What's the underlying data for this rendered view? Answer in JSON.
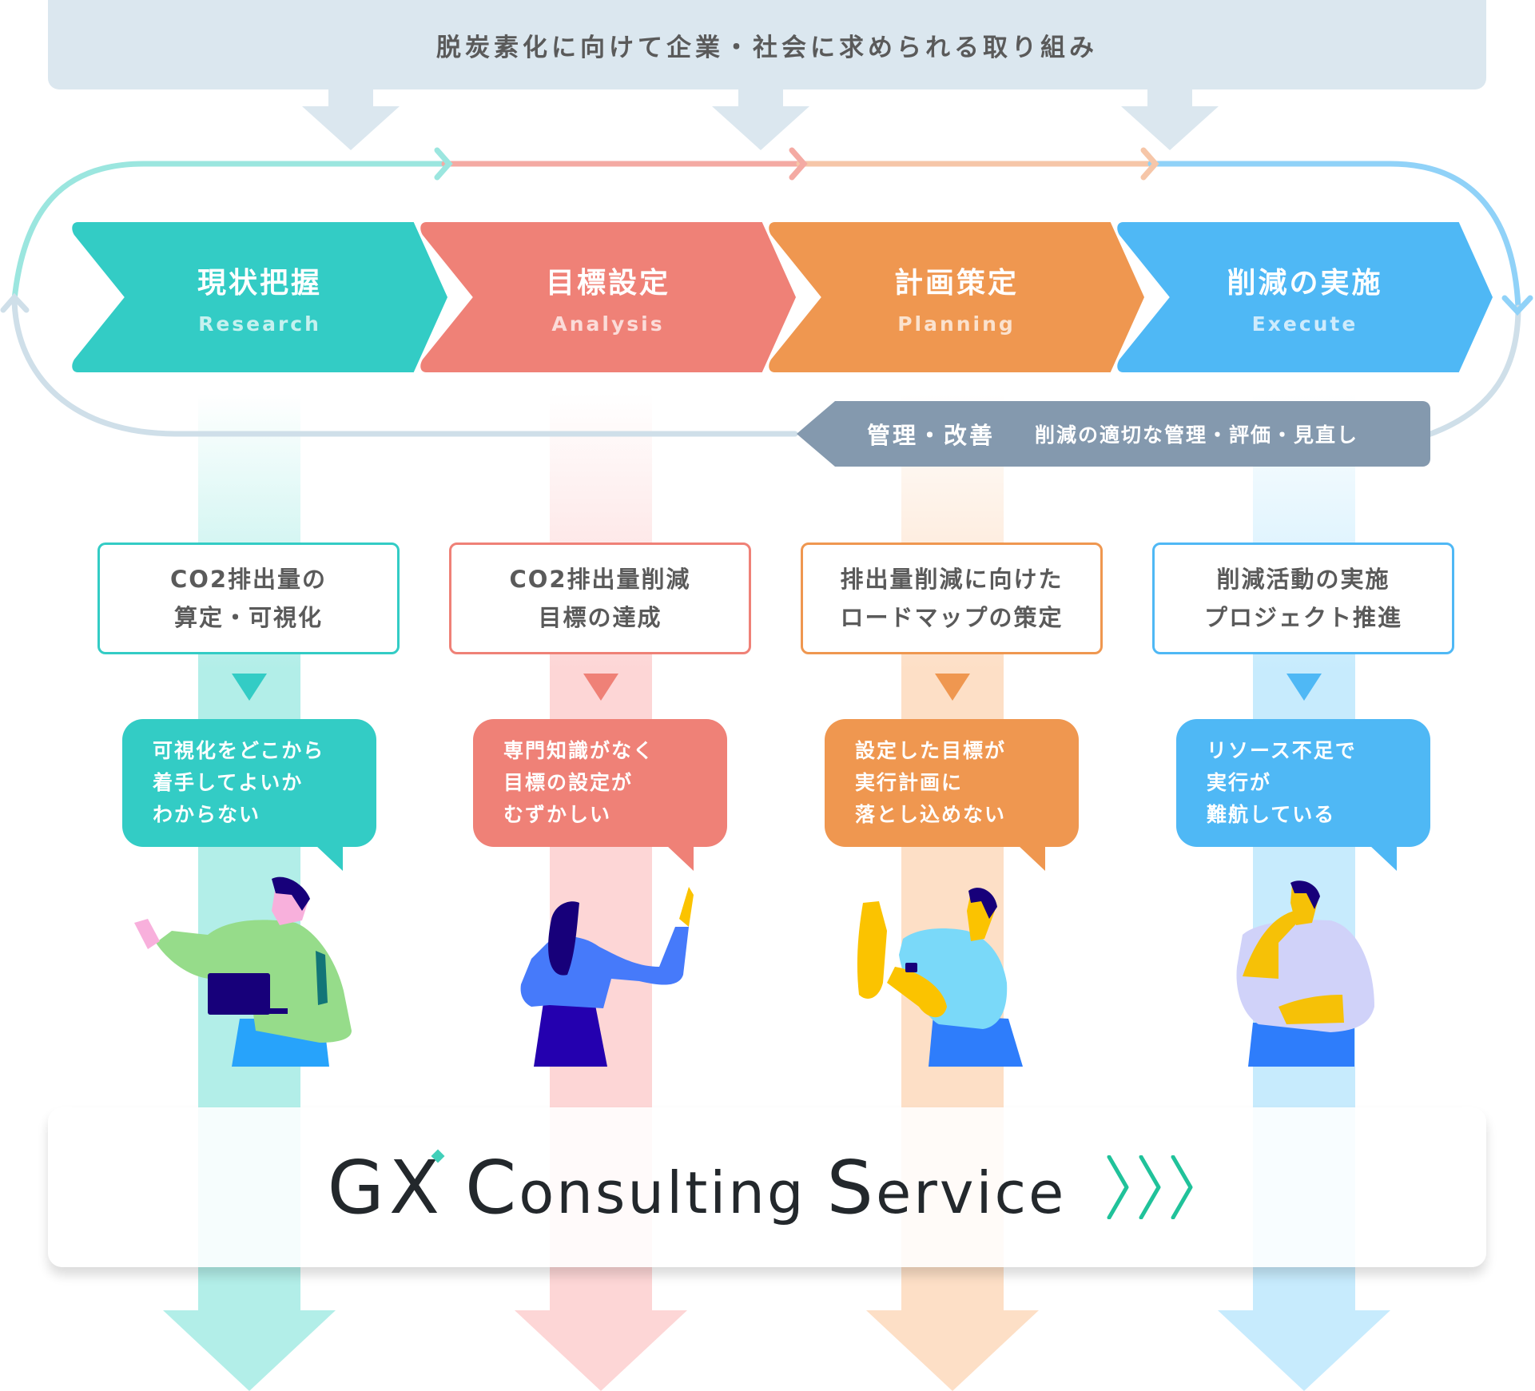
{
  "header": {
    "banner_text": "脱炭素化に向けて企業・社会に求められる取り組み"
  },
  "colors": {
    "banner_bg": "#dbe7ef",
    "research": "#33ccc5",
    "analysis": "#ef8177",
    "planning": "#ef9750",
    "execute": "#4fb8f5",
    "manage": "#8499ae",
    "loop_gray": "#cfdfe9",
    "brand_accent": "#20c29a"
  },
  "steps": [
    {
      "title": "現状把握",
      "subtitle": "Research"
    },
    {
      "title": "目標設定",
      "subtitle": "Analysis"
    },
    {
      "title": "計画策定",
      "subtitle": "Planning"
    },
    {
      "title": "削減の実施",
      "subtitle": "Execute"
    }
  ],
  "management": {
    "title": "管理・改善",
    "description": "削減の適切な管理・評価・見直し"
  },
  "goals": [
    {
      "text": "CO2排出量の\n算定・可視化"
    },
    {
      "text": "CO2排出量削減\n目標の達成"
    },
    {
      "text": "排出量削減に向けた\nロードマップの策定"
    },
    {
      "text": "削減活動の実施\nプロジェクト推進"
    }
  ],
  "challenges": [
    {
      "text": "可視化をどこから\n着手してよいか\nわからない"
    },
    {
      "text": "専門知識がなく\n目標の設定が\nむずかしい"
    },
    {
      "text": "設定した目標が\n実行計画に\n落とし込めない"
    },
    {
      "text": "リソース不足で\n実行が\n難航している"
    }
  ],
  "brand": {
    "mark": "GX",
    "word1_cap": "C",
    "word1_rest": "onsulting",
    "word2_cap": "S",
    "word2_rest": "ervice"
  }
}
